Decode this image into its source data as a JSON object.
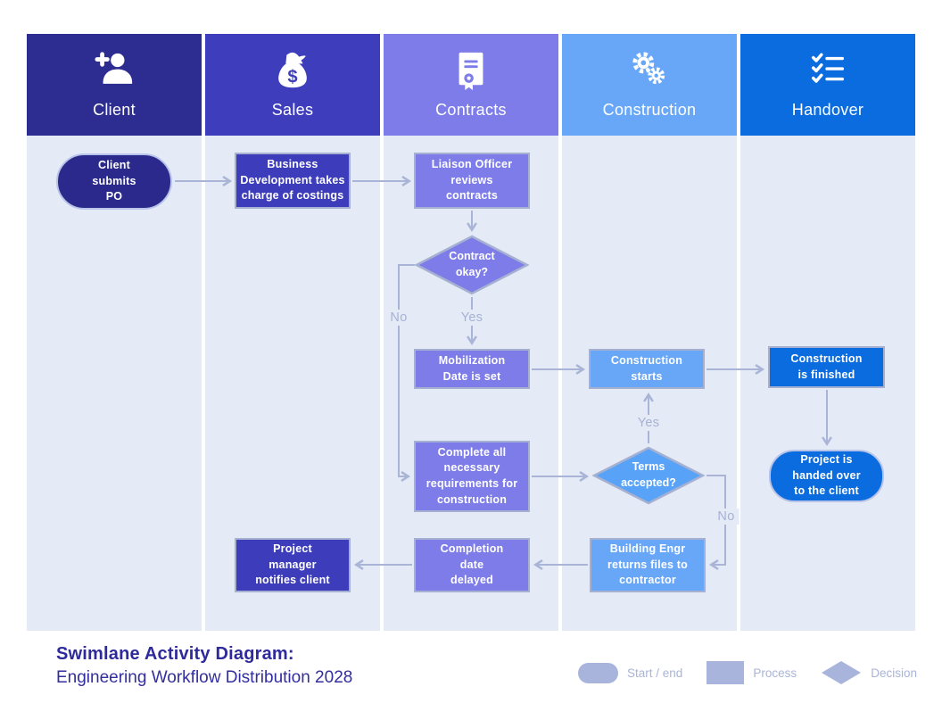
{
  "diagram": {
    "kind": "swimlane-activity-diagram",
    "colors": {
      "lane_body": "#e4ebf7",
      "connector": "#a9b4d6",
      "edge_label_text": "#a6b1d4",
      "node_text": "#ffffff",
      "title_text": "#2e2a9c",
      "legend_shape": "#a9b4dc"
    }
  },
  "lanes": [
    {
      "label": "Client",
      "icon": "person-add-icon",
      "header_color": "#2d2c90"
    },
    {
      "label": "Sales",
      "icon": "money-bag-icon",
      "header_color": "#3e3ebc"
    },
    {
      "label": "Contracts",
      "icon": "certificate-icon",
      "header_color": "#7d7ce9"
    },
    {
      "label": "Construction",
      "icon": "gears-icon",
      "header_color": "#68a7f8"
    },
    {
      "label": "Handover",
      "icon": "checklist-icon",
      "header_color": "#0b6cdf"
    }
  ],
  "nodes": [
    {
      "id": "client-submits-po",
      "type": "start",
      "lane": "Client",
      "color": "#2b2a8c",
      "label": "Client\nsubmits\nPO"
    },
    {
      "id": "business-development",
      "type": "process",
      "lane": "Sales",
      "color": "#3d3dbc",
      "label": "Business\nDevelopment takes\ncharge of costings"
    },
    {
      "id": "liaison-officer",
      "type": "process",
      "lane": "Contracts",
      "color": "#7d7ce9",
      "label": "Liaison Officer\nreviews\ncontracts"
    },
    {
      "id": "contract-okay",
      "type": "decision",
      "lane": "Contracts",
      "color": "#7d7ce9",
      "label": "Contract\nokay?"
    },
    {
      "id": "mobilization-date",
      "type": "process",
      "lane": "Contracts",
      "color": "#7d7ce9",
      "label": "Mobilization\nDate is set"
    },
    {
      "id": "construction-starts",
      "type": "process",
      "lane": "Construction",
      "color": "#68a7f8",
      "label": "Construction\nstarts"
    },
    {
      "id": "construction-finished",
      "type": "process",
      "lane": "Handover",
      "color": "#0b6cdf",
      "label": "Construction\nis finished"
    },
    {
      "id": "complete-requirements",
      "type": "process",
      "lane": "Contracts",
      "color": "#7d7ce9",
      "label": "Complete all\nnecessary\nrequirements for\nconstruction"
    },
    {
      "id": "terms-accepted",
      "type": "decision",
      "lane": "Construction",
      "color": "#58a3f7",
      "label": "Terms\naccepted?"
    },
    {
      "id": "project-handed-over",
      "type": "end",
      "lane": "Handover",
      "color": "#0b6cdf",
      "label": "Project is\nhanded over\nto the client"
    },
    {
      "id": "project-manager",
      "type": "process",
      "lane": "Sales",
      "color": "#3d3dbc",
      "label": "Project\nmanager\nnotifies client"
    },
    {
      "id": "completion-delayed",
      "type": "process",
      "lane": "Contracts",
      "color": "#7d7ce9",
      "label": "Completion\ndate\ndelayed"
    },
    {
      "id": "building-engr",
      "type": "process",
      "lane": "Construction",
      "color": "#68a7f8",
      "label": "Building Engr\nreturns files to\ncontractor"
    }
  ],
  "edge_labels": {
    "contract_no": "No",
    "contract_yes": "Yes",
    "terms_yes": "Yes",
    "terms_no": "No"
  },
  "title": {
    "heading": "Swimlane Activity Diagram:",
    "subtitle": "Engineering Workflow Distribution 2028"
  },
  "legend": {
    "items": [
      {
        "shape": "stadium",
        "label": "Start / end"
      },
      {
        "shape": "rect",
        "label": "Process"
      },
      {
        "shape": "diamond",
        "label": "Decision"
      }
    ]
  }
}
